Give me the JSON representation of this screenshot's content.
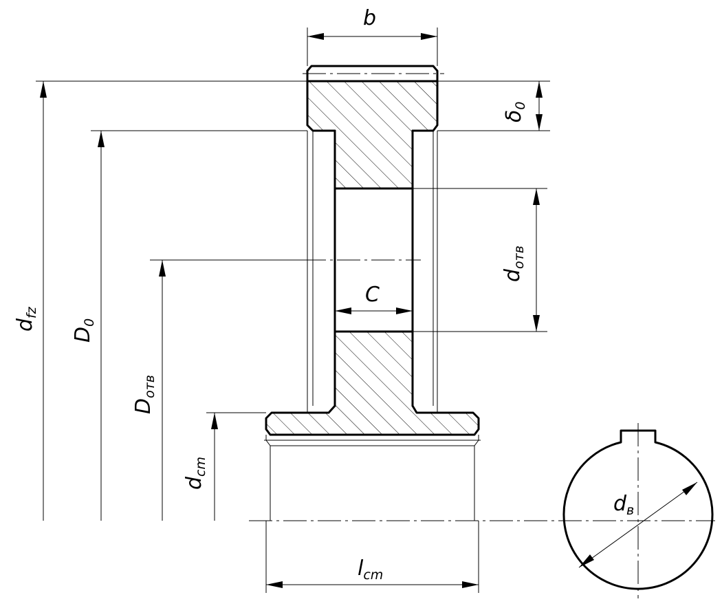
{
  "labels": {
    "b": {
      "main": "b",
      "sub": ""
    },
    "delta0": {
      "main": "δ",
      "sub": "0"
    },
    "dfz": {
      "main": "d",
      "sub": "fz"
    },
    "D0": {
      "main": "D",
      "sub": "0"
    },
    "Domv": {
      "main": "D",
      "sub": "отв"
    },
    "dcm": {
      "main": "d",
      "sub": "cm"
    },
    "domv": {
      "main": "d",
      "sub": "отв"
    },
    "C": {
      "main": "C",
      "sub": ""
    },
    "lcm": {
      "main": "l",
      "sub": "cm"
    },
    "dv": {
      "main": "d",
      "sub": "в"
    }
  }
}
